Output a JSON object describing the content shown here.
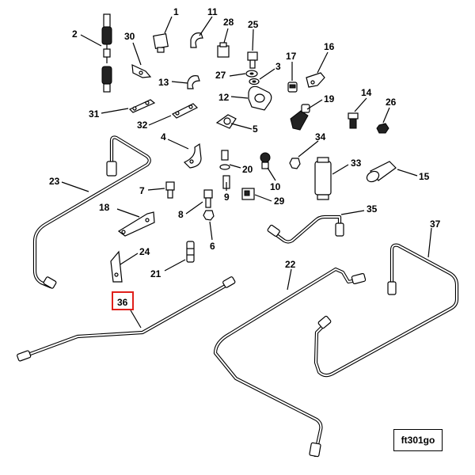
{
  "figure_code": "ft301go",
  "highlighted_label": "36",
  "highlight_color": "#e0201b",
  "labels": [
    "1",
    "2",
    "3",
    "4",
    "5",
    "6",
    "7",
    "8",
    "9",
    "10",
    "11",
    "12",
    "13",
    "14",
    "15",
    "16",
    "17",
    "18",
    "19",
    "20",
    "21",
    "22",
    "23",
    "24",
    "25",
    "26",
    "27",
    "28",
    "29",
    "30",
    "31",
    "32",
    "33",
    "34",
    "35",
    "36",
    "37"
  ]
}
